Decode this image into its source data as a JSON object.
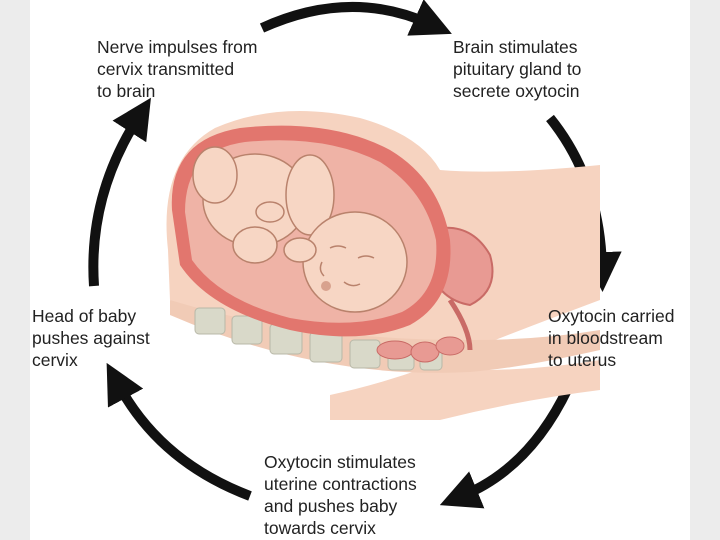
{
  "steps": {
    "nerve": "Nerve impulses from\ncervix transmitted\nto brain",
    "brain": "Brain stimulates\npituitary gland to\nsecrete oxytocin",
    "bloodstream": "Oxytocin carried\nin bloodstream\nto uterus",
    "contractions": "Oxytocin stimulates\nuterine contractions\nand pushes baby\ntowards cervix",
    "head": "Head of baby\npushes against\ncervix"
  },
  "colors": {
    "arrow": "#111111",
    "skin": "#f6d3c0",
    "uterus_wall": "#e2766e",
    "fluid": "#efb3a6",
    "spine": "#d9d9c9"
  }
}
